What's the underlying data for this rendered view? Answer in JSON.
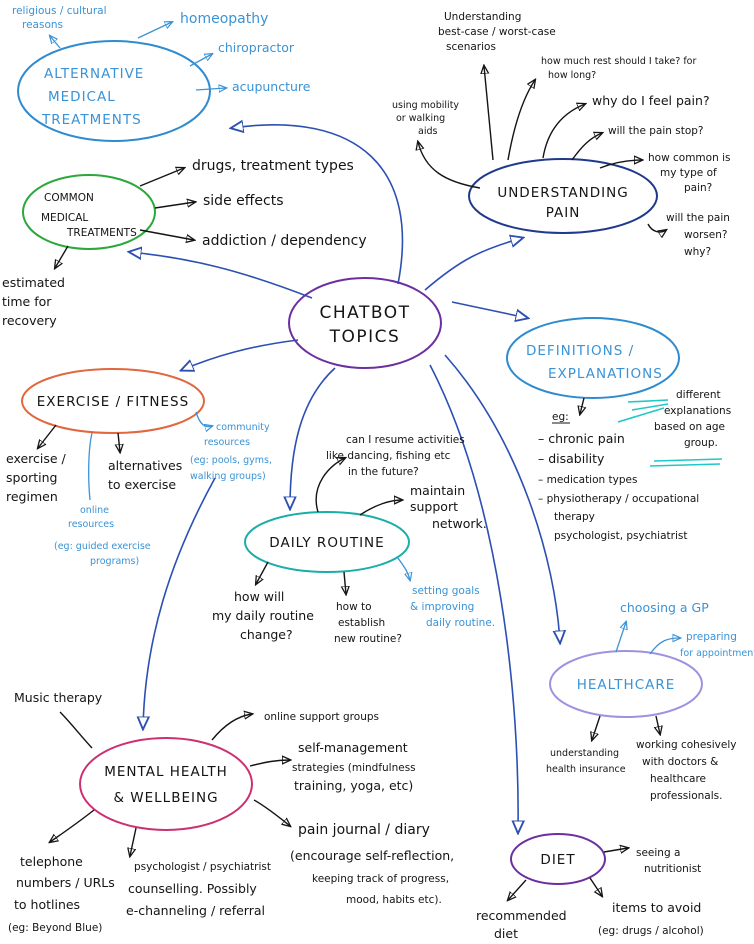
{
  "center": {
    "lines": [
      "CHATBOT",
      "TOPICS"
    ]
  },
  "alt": {
    "lines": [
      "ALTERNATIVE",
      "MEDICAL",
      "TREATMENTS"
    ],
    "religious": [
      "religious / cultural",
      "reasons"
    ],
    "homeopathy": "homeopathy",
    "chiropractor": "chiropractor",
    "acupuncture": "acupuncture"
  },
  "common": {
    "lines": [
      "COMMON",
      "MEDICAL",
      "TREATMENTS"
    ],
    "drugs": "drugs, treatment types",
    "side_effects": "side effects",
    "addiction": "addiction / dependency",
    "recovery": [
      "estimated",
      "time for",
      "recovery"
    ]
  },
  "pain": {
    "lines": [
      "UNDERSTANDING",
      "PAIN"
    ],
    "best_worst": [
      "Understanding",
      "best-case / worst-case",
      "scenarios"
    ],
    "rest": [
      "how much rest should I take? for",
      "how long?"
    ],
    "mobility": [
      "using mobility",
      "or walking",
      "aids"
    ],
    "why": "why do I feel pain?",
    "stop": "will the pain stop?",
    "how_common": [
      "how common is",
      "my type of",
      "pain?"
    ],
    "worsen": [
      "will the pain",
      "worsen?",
      "why?"
    ]
  },
  "definitions": {
    "lines": [
      "DEFINITIONS /",
      "EXPLANATIONS"
    ],
    "eg": "eg:",
    "items": [
      "– chronic pain",
      "– disability",
      "– medication types",
      "– physiotherapy / occupational"
    ],
    "therapy": "therapy",
    "psych": "psychologist, psychiatrist",
    "different": [
      "different",
      "explanations",
      "based on age",
      "group."
    ]
  },
  "exercise": {
    "label": "EXERCISE / FITNESS",
    "regimen": [
      "exercise /",
      "sporting",
      "regimen"
    ],
    "alternatives": [
      "alternatives",
      "to exercise"
    ],
    "online": [
      "online",
      "resources",
      "(eg: guided exercise",
      "programs)"
    ],
    "community": [
      "community",
      "resources",
      "(eg: pools, gyms,",
      "walking groups)"
    ]
  },
  "daily": {
    "label": "DAILY ROUTINE",
    "resume": [
      "can I resume activities",
      "like dancing, fishing etc",
      "in the future?"
    ],
    "support": [
      "maintain",
      "support",
      "network."
    ],
    "change": [
      "how will",
      "my daily routine",
      "change?"
    ],
    "establish": [
      "how to",
      "establish",
      "new routine?"
    ],
    "goals": [
      "setting goals",
      "& improving",
      "daily routine."
    ]
  },
  "healthcare": {
    "label": "HEALTHCARE",
    "gp": "choosing a GP",
    "preparing": [
      "preparing",
      "for appointment"
    ],
    "insurance": [
      "understanding",
      "health insurance"
    ],
    "cohesive": [
      "working cohesively",
      "with doctors &",
      "healthcare",
      "professionals."
    ]
  },
  "mental": {
    "lines": [
      "MENTAL HEALTH",
      "& WELLBEING"
    ],
    "music": "Music therapy",
    "online_groups": "online support groups",
    "self_mgmt": [
      "self-management",
      "strategies (mindfulness",
      "training, yoga, etc)"
    ],
    "journal": [
      "pain journal / diary",
      "(encourage self-reflection,",
      "keeping track of progress,",
      "mood, habits etc)."
    ],
    "hotlines": [
      "telephone",
      "numbers / URLs",
      "to hotlines",
      "(eg: Beyond Blue)"
    ],
    "counselling": [
      "psychologist / psychiatrist",
      "counselling. Possibly",
      "e-channeling / referral"
    ]
  },
  "diet": {
    "label": "DIET",
    "nutritionist": [
      "seeing a",
      "nutritionist"
    ],
    "recommended": [
      "recommended",
      "diet"
    ],
    "avoid": [
      "items to avoid",
      "(eg: drugs / alcohol)"
    ]
  }
}
